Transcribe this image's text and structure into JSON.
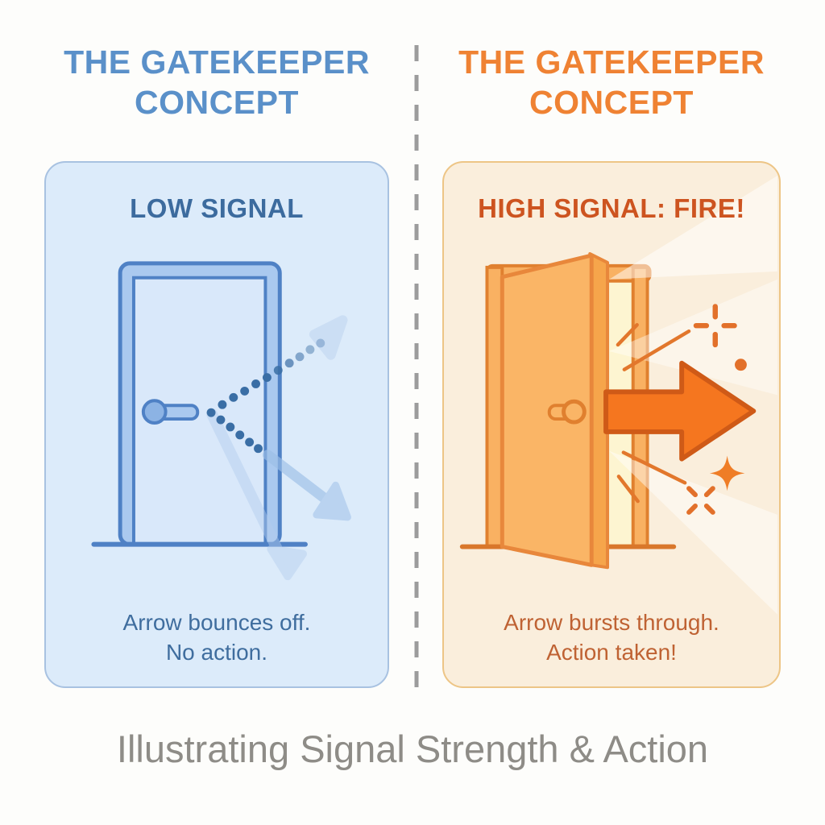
{
  "header": {
    "left_title_line1": "THE GATEKEEPER",
    "left_title_line2": "CONCEPT",
    "right_title_line1": "THE GATEKEEPER",
    "right_title_line2": "CONCEPT"
  },
  "left_panel": {
    "heading": "LOW SIGNAL",
    "caption_line1": "Arrow bounces off.",
    "caption_line2": "No action."
  },
  "right_panel": {
    "heading": "HIGH SIGNAL: FIRE!",
    "caption_line1": "Arrow bursts through.",
    "caption_line2": "Action taken!"
  },
  "footer": {
    "caption": "Illustrating Signal Strength & Action"
  },
  "colors": {
    "left_title": "#5a90c9",
    "left_heading": "#3c6b9e",
    "left_caption": "#3f6d9e",
    "left_panel_bg": "#dcebfa",
    "left_panel_border": "#a8c2e1",
    "left_door_frame": "#aac9ef",
    "left_door_stroke": "#4f81c5",
    "right_title": "#ef8233",
    "right_heading": "#cd5420",
    "right_caption": "#bf6233",
    "right_panel_bg": "#faeedc",
    "right_panel_border": "#edc586",
    "right_door_fill": "#fab566",
    "right_door_stroke": "#e8873b",
    "burst_arrow_fill": "#f5761f",
    "burst_arrow_stroke": "#cf5a17",
    "divider": "#9c9c9c",
    "footer_text": "#8e8c87"
  }
}
